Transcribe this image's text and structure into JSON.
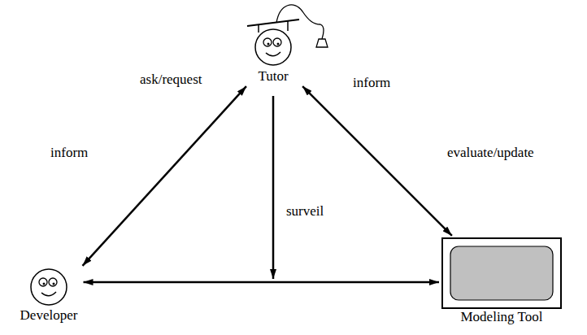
{
  "diagram": {
    "nodes": [
      {
        "text": [
          "Tutor"
        ]
      },
      {
        "text": [
          "Developer"
        ]
      },
      {
        "text": [
          "Modeling Tool"
        ]
      }
    ],
    "edges": [
      {
        "from": 0,
        "to": 1,
        "arrow": "both",
        "label": "ask/request"
      },
      {
        "from": 0,
        "to": 2,
        "arrow": "both",
        "label": "evaluate/update"
      },
      {
        "from": 1,
        "to": 2,
        "arrow": "both"
      }
    ],
    "labels": [
      "inform",
      "inform",
      "surveil"
    ]
  }
}
